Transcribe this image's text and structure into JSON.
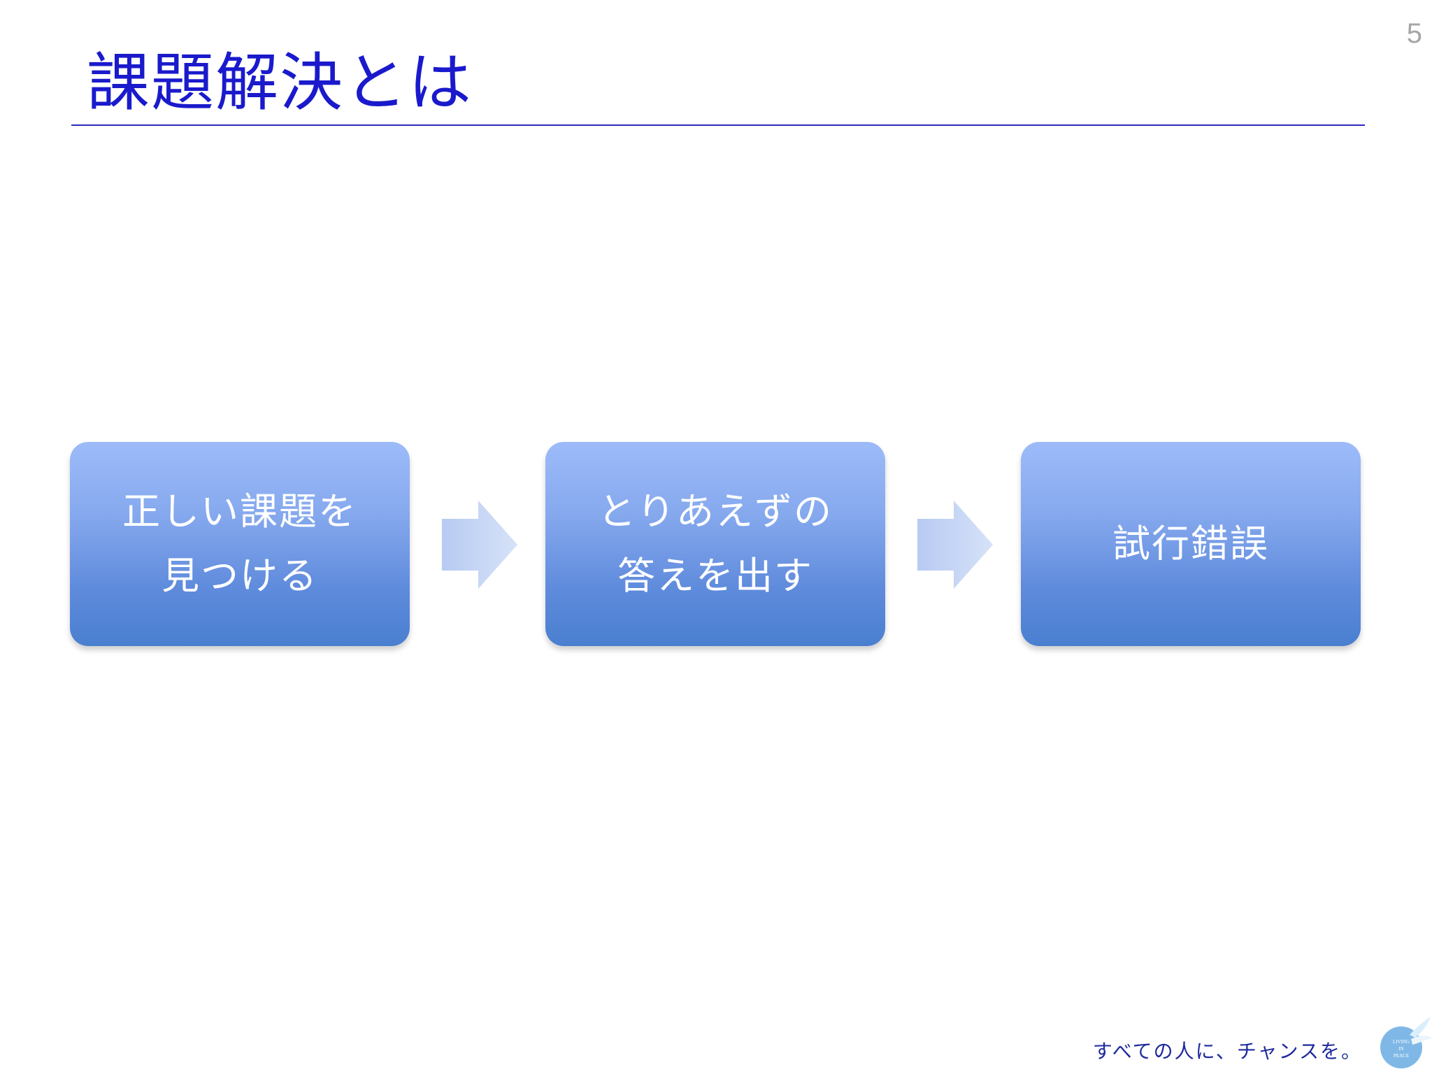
{
  "slide": {
    "page_number": "5",
    "title": "課題解決とは"
  },
  "flow": {
    "steps": [
      {
        "lines": [
          "正しい課題を",
          "見つける"
        ]
      },
      {
        "lines": [
          "とりあえずの",
          "答えを出す"
        ]
      },
      {
        "lines": [
          "試行錯誤"
        ]
      }
    ]
  },
  "footer": {
    "tagline": "すべての人に、チャンスを。",
    "logo_text": [
      "LIVING",
      "IN",
      "PEACE"
    ]
  },
  "colors": {
    "title": "#1a1acc",
    "rule": "#2b2bbf",
    "box_top": "#9dbbf9",
    "box_bottom": "#4a7fd0",
    "arrow": "#c3d3f5",
    "footer": "#1f2a9c",
    "page_number": "#a6a6a6"
  },
  "icons": {
    "arrow": "right-arrow-icon",
    "logo": "living-in-peace-dove-logo"
  }
}
